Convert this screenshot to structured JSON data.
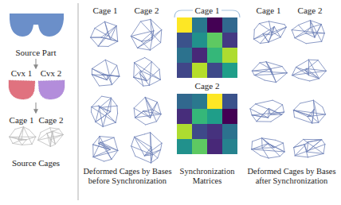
{
  "diagram": {
    "labels": [
      "Source Part",
      "Cvx 1",
      "Cvx 2",
      "Cage 1",
      "Cage 2",
      "Source Cages",
      "Cage 1",
      "Cage 2",
      "Deformed Cages by Bases before Synchronization",
      "Cage 1",
      "Cage 2",
      "Synchronization Matrices",
      "Cage 1",
      "Cage 2",
      "Deformed Cages by Bases after Synchronization"
    ]
  }
}
